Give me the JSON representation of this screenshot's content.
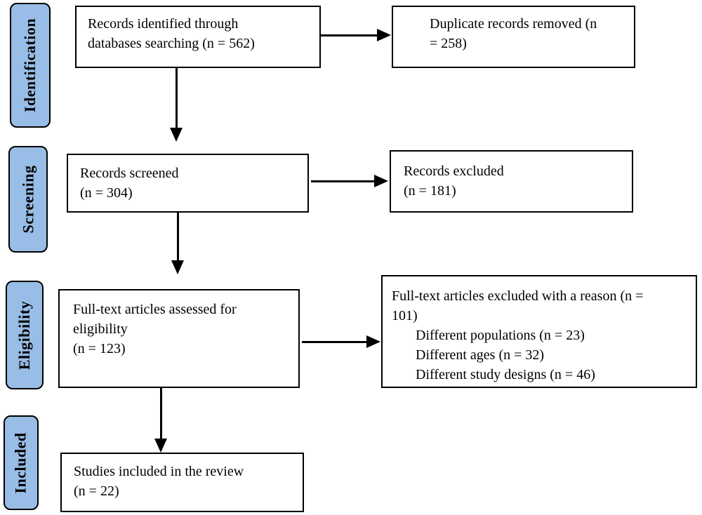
{
  "stages": {
    "identification": "Identification",
    "screening": "Screening",
    "eligibility": "Eligibility",
    "included": "Included"
  },
  "boxes": {
    "records_identified": {
      "lines": [
        "Records identified through",
        "databases searching (n = 562)"
      ]
    },
    "duplicates_removed": {
      "lines": [
        "Duplicate records removed (n",
        "= 258)"
      ]
    },
    "records_screened": {
      "lines": [
        "Records screened",
        "(n = 304)"
      ]
    },
    "records_excluded": {
      "lines": [
        "Records excluded",
        "(n = 181)"
      ]
    },
    "fulltext_assessed": {
      "lines": [
        "Full-text articles assessed for",
        "eligibility",
        "(n = 123)"
      ]
    },
    "fulltext_excluded": {
      "lines": [
        "Full-text articles excluded with a reason (n =",
        "101)"
      ],
      "reasons": [
        "Different populations (n = 23)",
        "Different ages (n = 32)",
        "Different study designs (n = 46)"
      ]
    },
    "studies_included": {
      "lines": [
        "Studies included in the review",
        "(n = 22)"
      ]
    }
  },
  "colors": {
    "stage_fill": "#98BDE6",
    "box_border": "#000000",
    "text": "#000000",
    "background": "#FFFFFF"
  }
}
